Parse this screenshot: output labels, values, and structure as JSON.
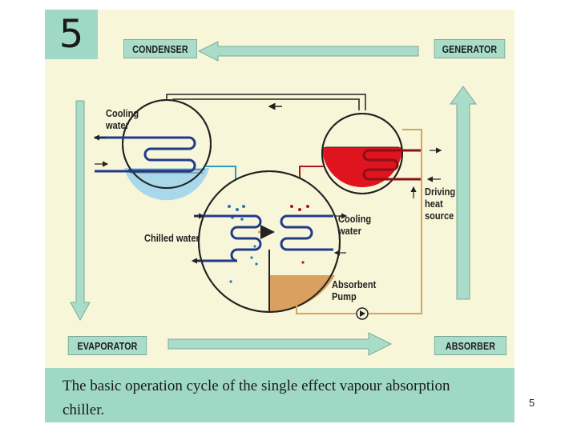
{
  "figure": {
    "number": "5",
    "stages": {
      "condenser": "CONDENSER",
      "generator": "GENERATOR",
      "evaporator": "EVAPORATOR",
      "absorber": "ABSORBER"
    },
    "labels": {
      "cooling_water_top": "Cooling\nwater",
      "chilled_water": "Chilled water",
      "cooling_water_right": "Cooling\nwater",
      "driving_heat_source": "Driving\nheat\nsource",
      "absorbent_pump": "Absorbent\nPump"
    },
    "caption": "The basic operation cycle of the single effect vapour absorption chiller."
  },
  "page_number": "5",
  "colors": {
    "background": "#f8f6d8",
    "accent_teal": "#9fd8c4",
    "solution_red": "#e0141e",
    "water_blue": "#a8d8ea",
    "absorbent_tan": "#d9a060",
    "pipe_blue": "#223a8c",
    "pipe_red": "#b0141e"
  }
}
